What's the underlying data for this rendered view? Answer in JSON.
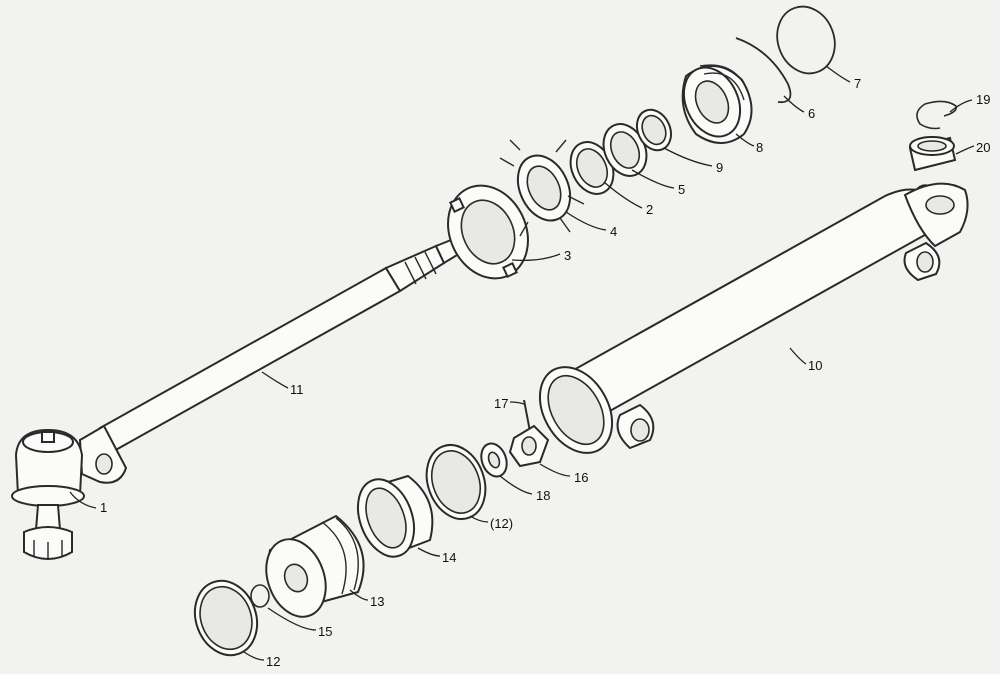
{
  "callouts": {
    "c1": "1",
    "c2": "2",
    "c3": "3",
    "c4": "4",
    "c5": "5",
    "c6": "6",
    "c7": "7",
    "c8": "8",
    "c9": "9",
    "c10": "10",
    "c11": "11",
    "c12a": "12",
    "c12b": "(12)",
    "c13": "13",
    "c14": "14",
    "c15": "15",
    "c16": "16",
    "c17": "17",
    "c18": "18",
    "c19": "19",
    "c20": "20"
  }
}
